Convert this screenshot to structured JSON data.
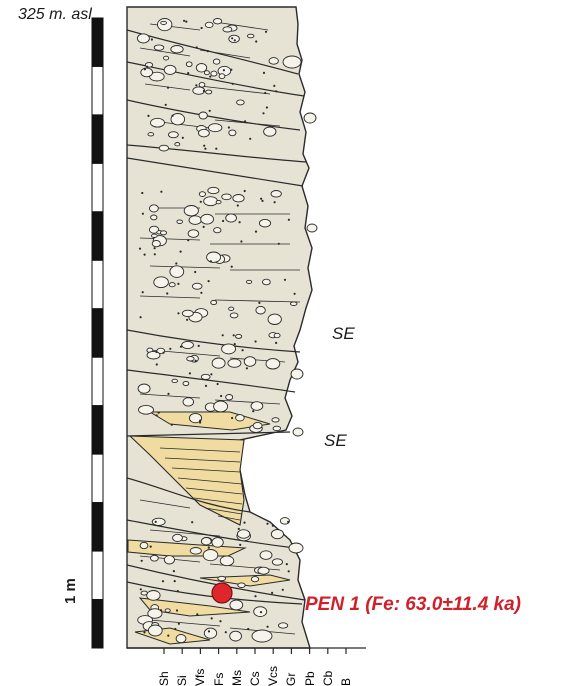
{
  "elevation_label": "325 m. asl",
  "scale_label": "1 m",
  "facies_labels": [
    "SE",
    "SE"
  ],
  "sample": {
    "marker_color": "#e0262d",
    "label": "PEN 1 (Fe: 63.0±11.4 ka)",
    "label_color": "#d0202a"
  },
  "grain_sizes": [
    "Sh",
    "Si",
    "Vfs",
    "Fs",
    "Ms",
    "Cs",
    "Vcs",
    "Gr",
    "Pb",
    "Cb",
    "B"
  ],
  "colors": {
    "sediment_fill": "#e6e3d5",
    "cross_bedded_fill": "#f0dca0",
    "outline": "#2a2a2a",
    "scale_bar": "#111111"
  }
}
